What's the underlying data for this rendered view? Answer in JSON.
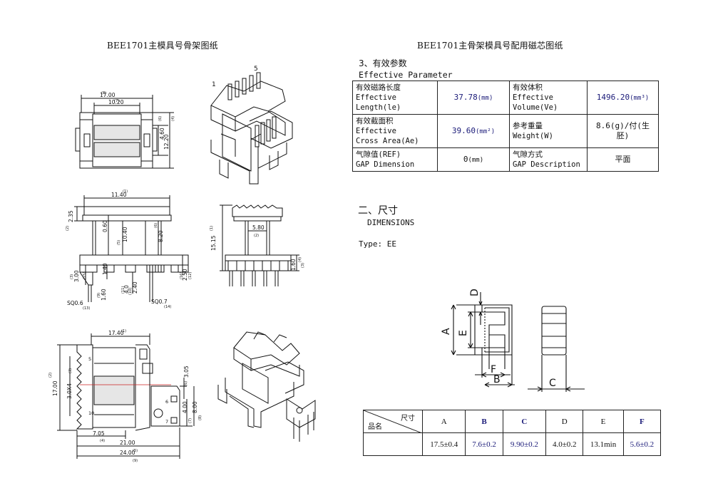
{
  "left": {
    "title": "BEE1701主模具号骨架图纸",
    "top_view": {
      "dims": {
        "w17": "17.00",
        "w1020": "10.20",
        "h460": "4.60",
        "h1220": "12.20",
        "n_a": "(8)",
        "n_b": "(7)",
        "n_c": "(6)",
        "n_d": "(4)"
      }
    },
    "side_view": {
      "dims": {
        "w1140": "11.40",
        "h235": "2.35",
        "h060": "0.60",
        "h040": "10.40",
        "h820": "8.20",
        "h140": "1.40",
        "h300": "3.00",
        "h160": "1.60",
        "h240": "2.40",
        "h250": "2.50",
        "h040b": "4.0",
        "sq06": "SQ0.6",
        "sq07": "SQ0.7",
        "n1": "(1)",
        "n2": "(2)",
        "n3": "(3)",
        "n5": "(5)",
        "n6": "(6)",
        "n9": "(9)",
        "n10": "(10)",
        "n11": "(11)",
        "n12": "(12)",
        "n13": "(13)",
        "n14": "(14)",
        "n15": "(15)",
        "n16": "(16)"
      }
    },
    "front_view": {
      "dims": {
        "h1515": "15.15",
        "w580": "5.80",
        "h160": "1.60",
        "n1": "(1)",
        "n2": "(2)",
        "n3": "(3)",
        "n4": "(4)"
      }
    },
    "bottom_view": {
      "dims": {
        "w1740": "17.40",
        "h1700": "17.00",
        "s30x4": "3.0X4",
        "h305": "3.05",
        "h400": "4.00",
        "h800": "8.00",
        "w705": "7.05",
        "w2100": "21.00",
        "w2400": "24.00",
        "p5": "5",
        "p6": "6",
        "p7": "7",
        "p10": "10",
        "n1": "(1)",
        "n2": "(2)",
        "n3": "(3)",
        "n4": "(4)",
        "n5": "(5)",
        "n6": "(6)",
        "n7": "(7)",
        "n8": "(8)",
        "n9": "(9)"
      }
    },
    "iso_pins": {
      "p1": "1",
      "p5": "5"
    }
  },
  "right": {
    "title": "BEE1701主骨架模具号配用磁芯图纸",
    "section_param": "3、有效参数",
    "section_param_en": "Effective Parameter",
    "param_table": [
      {
        "label1": [
          "有效磁路长度",
          "Effective",
          "Length(le)"
        ],
        "value1": "37.78",
        "unit1": "(mm)",
        "label2": [
          "有效体积",
          "Effective",
          "Volume(Ve)"
        ],
        "value2": "1496.20",
        "unit2": "(mm³)"
      },
      {
        "label1": [
          "有效截面积",
          "Effective",
          "Cross Area(Ae)"
        ],
        "value1": "39.60",
        "unit1": "(mm²)",
        "label2": [
          "参考重量",
          "Weight(W)"
        ],
        "value2": "8.6(g)/付(生胚)",
        "unit2": ""
      },
      {
        "label1": [
          "气隙值(REF)",
          "GAP Dimension"
        ],
        "value1": "0",
        "unit1": "(mm)",
        "label2": [
          "气隙方式",
          "GAP Description"
        ],
        "value2": "平面",
        "unit2": ""
      }
    ],
    "section_dim": "二、尺寸",
    "section_dim_en": "DIMENSIONS",
    "type_label": "Type: EE",
    "core_letters": {
      "A": "A",
      "B": "B",
      "C": "C",
      "D": "D",
      "E": "E",
      "F": "F"
    },
    "dim_table": {
      "header_tl": "尺寸",
      "header_bl": "品名",
      "columns": [
        "A",
        "B",
        "C",
        "D",
        "E",
        "F"
      ],
      "values": [
        "17.5±0.4",
        "7.6±0.2",
        "9.90±0.2",
        "4.0±0.2",
        "13.1min",
        "5.6±0.2"
      ]
    }
  },
  "colors": {
    "accent": "#1a1a78",
    "line": "#111111",
    "guide": "#cc2222"
  }
}
